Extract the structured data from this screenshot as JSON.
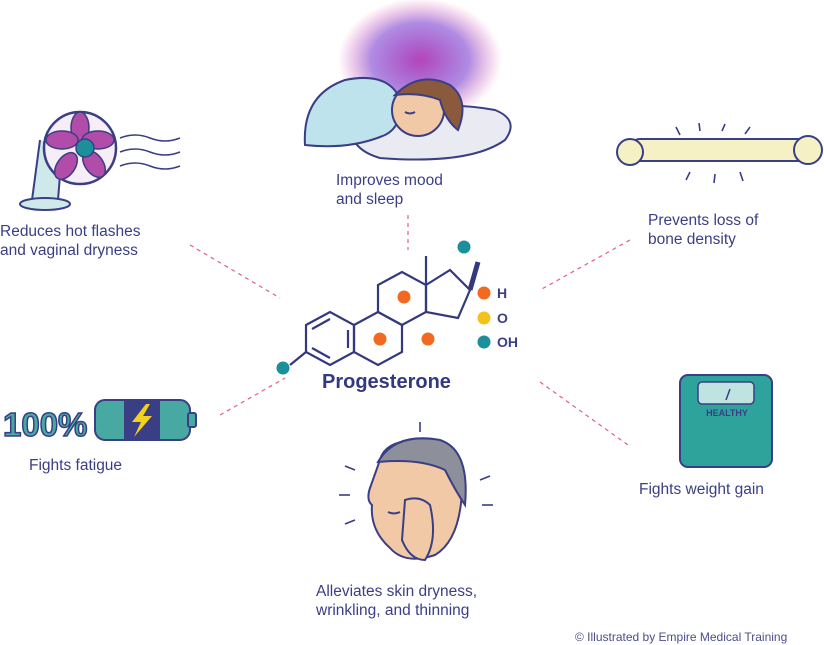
{
  "center": {
    "title": "Progesterone",
    "legend": [
      {
        "label": "H",
        "color": "#f26a21"
      },
      {
        "label": "O",
        "color": "#f3c21b"
      },
      {
        "label": "OH",
        "color": "#1b8f9a"
      }
    ]
  },
  "benefits": {
    "mood": {
      "line1": "Improves mood",
      "line2": "and sleep"
    },
    "hot_flashes": {
      "line1": "Reduces hot flashes",
      "line2": "and vaginal dryness"
    },
    "bone": {
      "line1": "Prevents loss of",
      "line2": "bone density"
    },
    "fatigue": {
      "line1": "Fights fatigue",
      "battery_text": "100%"
    },
    "weight": {
      "line1": "Fights weight gain",
      "scale_text": "HEALTHY"
    },
    "skin": {
      "line1": "Alleviates skin dryness,",
      "line2": "wrinkling, and thinning"
    }
  },
  "credit": "© Illustrated by Empire Medical Training",
  "colors": {
    "accent_navy": "#34397f",
    "connector": "#e0607e"
  }
}
